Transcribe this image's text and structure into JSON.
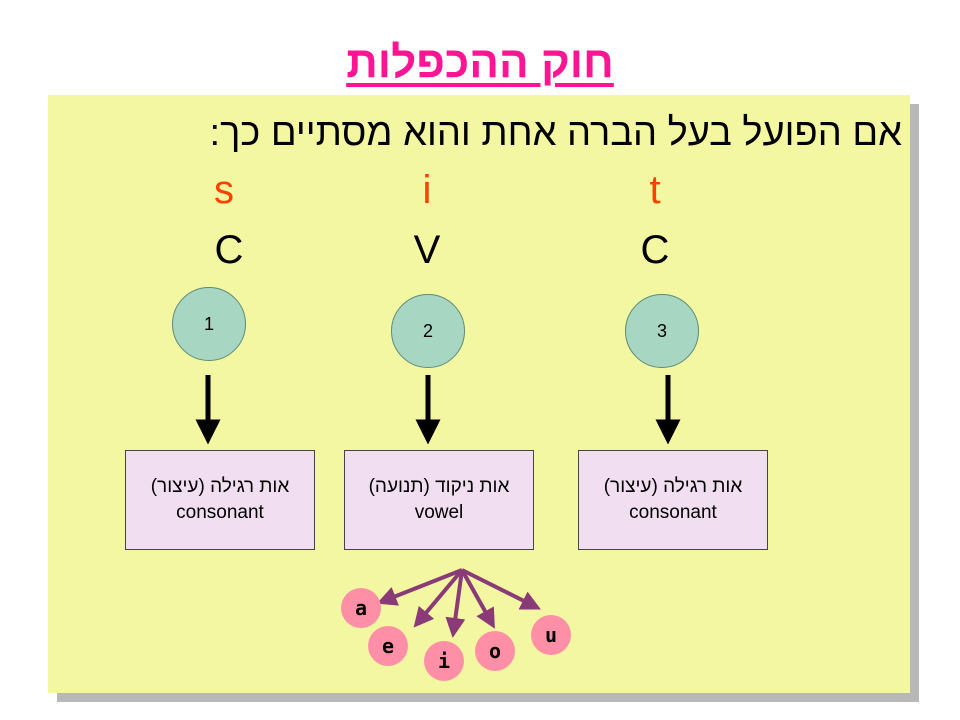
{
  "title": "חוק ההכפלות",
  "intro": "אם הפועל בעל הברה אחת והוא מסתיים כך:",
  "colors": {
    "title": "#ff1493",
    "letters": "#ff4000",
    "panel": "#f4f7a1",
    "circle": "#a7d6c2",
    "box": "#f2def1",
    "vowel_bubble": "#ff8fa6",
    "vowel_arrows": "#8b3a78"
  },
  "letters": [
    "s",
    "i",
    "t"
  ],
  "pattern": [
    "C",
    "V",
    "C"
  ],
  "positions": [
    "1",
    "2",
    "3"
  ],
  "boxes": [
    {
      "hebrew": "אות רגילה (עיצור)",
      "english": "consonant"
    },
    {
      "hebrew": "אות ניקוד (תנועה)",
      "english": "vowel"
    },
    {
      "hebrew": "אות רגילה (עיצור)",
      "english": "consonant"
    }
  ],
  "vowels": [
    "a",
    "e",
    "i",
    "o",
    "u"
  ]
}
